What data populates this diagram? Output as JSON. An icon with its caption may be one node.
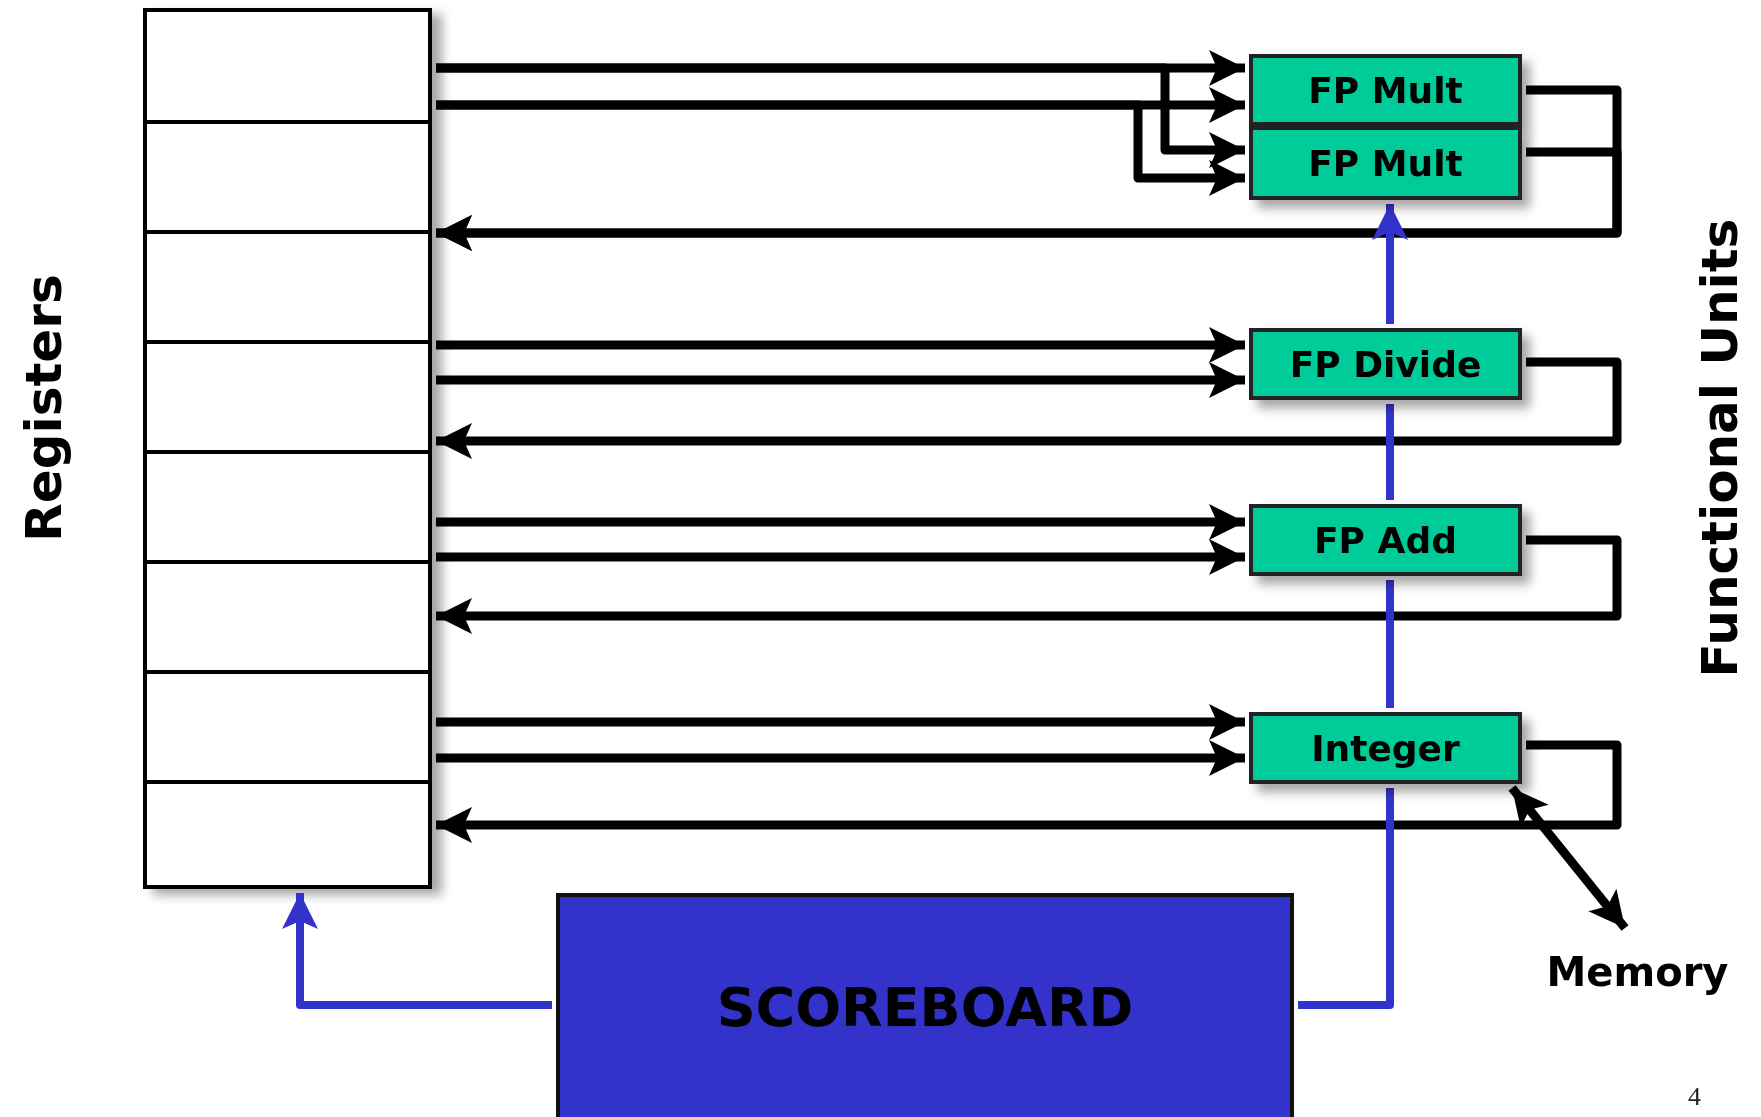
{
  "diagram": {
    "nodes": [
      {
        "text": [
          "Registers"
        ]
      },
      {
        "text": [
          "FP Mult"
        ]
      },
      {
        "text": [
          "FP Mult"
        ]
      },
      {
        "text": [
          "FP Divide"
        ]
      },
      {
        "text": [
          "FP Add"
        ]
      },
      {
        "text": [
          "Integer"
        ]
      },
      {
        "text": [
          "SCOREBOARD"
        ]
      },
      {
        "text": [
          "Memory"
        ]
      }
    ],
    "edges": [
      {
        "from": 0,
        "to": 1,
        "arrow": "to"
      },
      {
        "from": 0,
        "to": 1,
        "arrow": "to"
      },
      {
        "from": 0,
        "to": 2,
        "arrow": "to"
      },
      {
        "from": 0,
        "to": 2,
        "arrow": "to"
      },
      {
        "from": 1,
        "to": 0,
        "arrow": "to"
      },
      {
        "from": 2,
        "to": 0,
        "arrow": "to"
      },
      {
        "from": 0,
        "to": 3,
        "arrow": "to"
      },
      {
        "from": 0,
        "to": 3,
        "arrow": "to"
      },
      {
        "from": 3,
        "to": 0,
        "arrow": "to"
      },
      {
        "from": 0,
        "to": 4,
        "arrow": "to"
      },
      {
        "from": 0,
        "to": 4,
        "arrow": "to"
      },
      {
        "from": 4,
        "to": 0,
        "arrow": "to"
      },
      {
        "from": 0,
        "to": 5,
        "arrow": "to"
      },
      {
        "from": 0,
        "to": 5,
        "arrow": "to"
      },
      {
        "from": 5,
        "to": 0,
        "arrow": "to"
      },
      {
        "from": 5,
        "to": 7,
        "arrow": "both"
      },
      {
        "from": 6,
        "to": 0,
        "arrow": "to",
        "color": "#3333cc"
      },
      {
        "from": 6,
        "to": 5,
        "arrow": "none",
        "color": "#3333cc"
      },
      {
        "from": 5,
        "to": 4,
        "arrow": "none",
        "color": "#3333cc"
      },
      {
        "from": 4,
        "to": 3,
        "arrow": "none",
        "color": "#3333cc"
      },
      {
        "from": 3,
        "to": 2,
        "arrow": "to",
        "color": "#3333cc"
      }
    ],
    "labels": [
      "Functional Units",
      "4"
    ]
  }
}
